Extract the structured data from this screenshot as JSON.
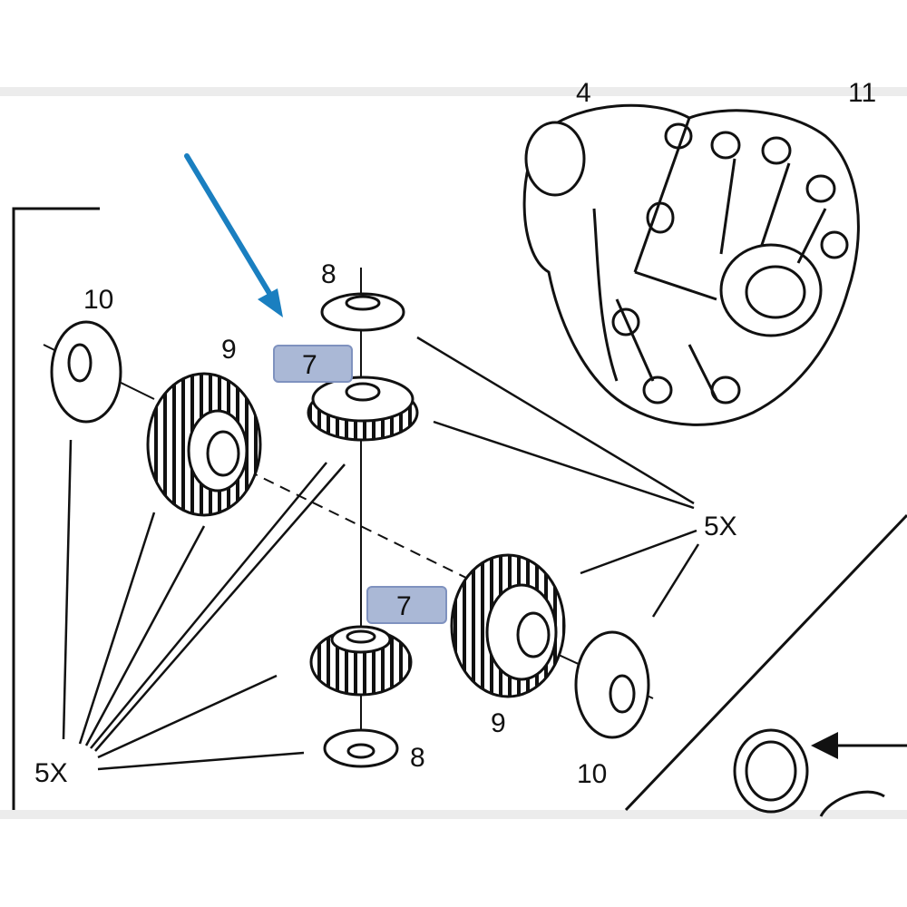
{
  "labels": {
    "item_8_top": "8",
    "item_7_top": "7",
    "item_10_left": "10",
    "item_9_left": "9",
    "qty_right": "5X",
    "item_7_mid": "7",
    "item_9_right": "9",
    "item_10_right": "10",
    "item_8_bottom": "8",
    "qty_left": "5X",
    "item_4_partial": "4",
    "item_11_partial": "11"
  },
  "colors": {
    "highlight_fill": "#aab8d6",
    "highlight_stroke": "#7f92bf",
    "arrow_blue": "#1a7fc0",
    "ink": "#111111",
    "frame_gray": "#e6e6e6"
  },
  "icons": [
    "blue-callout-arrow",
    "black-pointer-arrow"
  ]
}
